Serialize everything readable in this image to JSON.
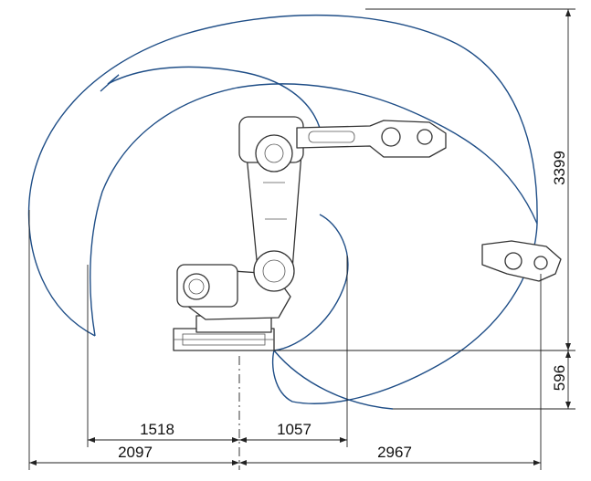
{
  "diagram": {
    "dimensions": {
      "reach_height": "3399",
      "base_offset": "596",
      "inner_left": "1518",
      "inner_right": "1057",
      "outer_left": "2097",
      "outer_right": "2967"
    },
    "colors": {
      "envelope": "#1f4e87",
      "lines": "#222222",
      "robot_outline": "#333333"
    }
  }
}
